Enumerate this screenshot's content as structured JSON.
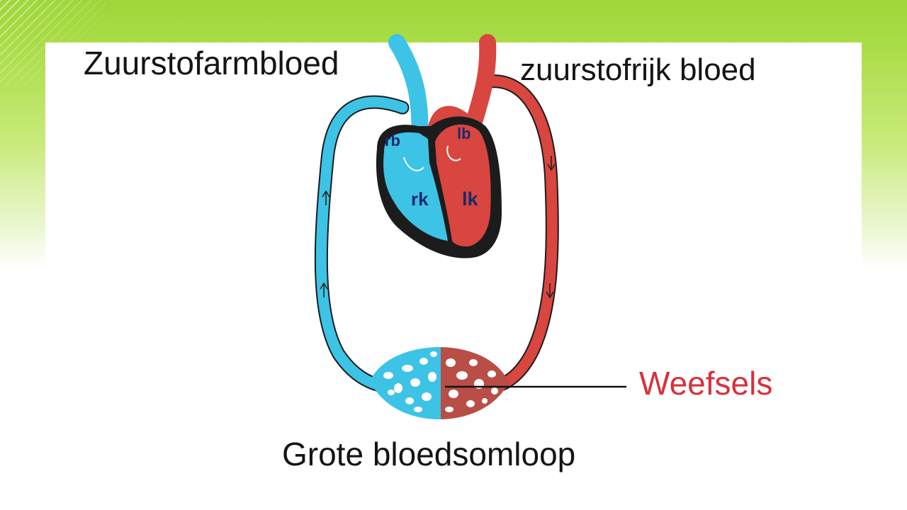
{
  "labels": {
    "deoxygenated": "Zuurstofarmbloed",
    "oxygenated": "zuurstofrijk bloed",
    "tissues": "Weefsels",
    "circulation": "Grote bloedsomloop"
  },
  "chambers": {
    "right_atrium": "rb",
    "left_atrium": "lb",
    "right_ventricle": "rk",
    "left_ventricle": "lk"
  },
  "colors": {
    "deoxygenated_blue": "#3cc3e6",
    "oxygenated_red": "#d9453f",
    "heart_outline": "#1c1c1c",
    "tissue_label": "#d8313a",
    "header_green": "#a9dc45"
  }
}
